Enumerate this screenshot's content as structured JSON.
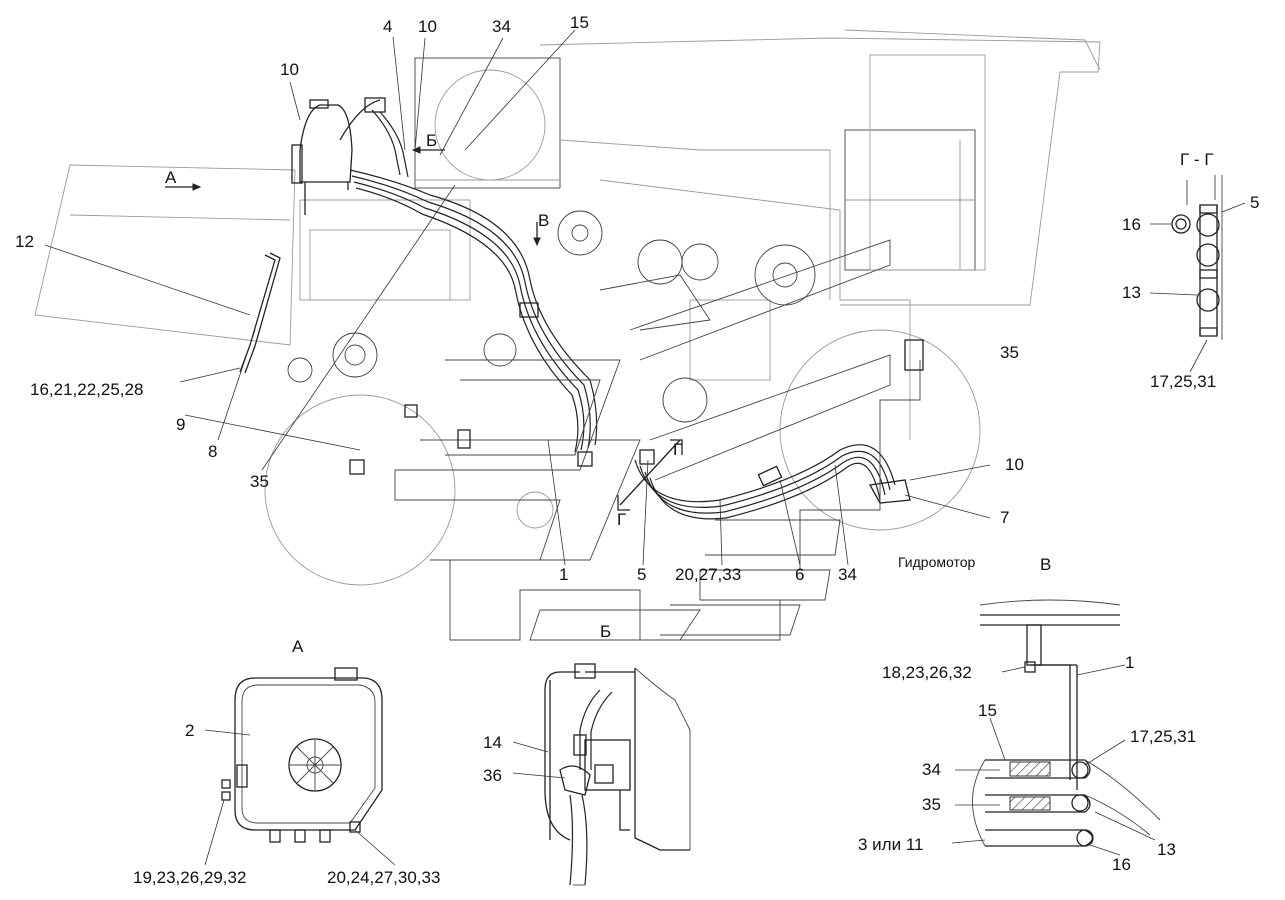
{
  "labels": {
    "main": {
      "n4": "4",
      "n10_top": "10",
      "n34_top": "34",
      "n15": "15",
      "n10_left": "10",
      "n12": "12",
      "n16_group": "16,21,22,25,28",
      "n9": "9",
      "n8": "8",
      "n35_left": "35",
      "n35_right": "35",
      "n10_right": "10",
      "n7": "7",
      "n1": "1",
      "n5": "5",
      "n20_group": "20,27,33",
      "n6": "6",
      "n34_bottom": "34",
      "hydromotor": "Гидромотор",
      "view_a_marker": "А",
      "view_b_marker": "Б",
      "view_v_marker": "В",
      "sect_g_left": "Г",
      "sect_g_right": "Г"
    },
    "section_gg": {
      "title": "Г - Г",
      "n16": "16",
      "n5": "5",
      "n13": "13",
      "n17_group": "17,25,31"
    },
    "view_a": {
      "title": "А",
      "n2": "2",
      "n19_group": "19,23,26,29,32",
      "n20_group": "20,24,27,30,33"
    },
    "view_b": {
      "title": "Б",
      "n14": "14",
      "n36": "36"
    },
    "view_v": {
      "title": "В",
      "n18_group": "18,23,26,32",
      "n1": "1",
      "n15": "15",
      "n17_group": "17,25,31",
      "n34": "34",
      "n35": "35",
      "n3_or_11": "3 или 11",
      "n13": "13",
      "n16": "16"
    }
  },
  "icons": [
    "arrow-view-a-icon",
    "arrow-view-b-icon",
    "arrow-view-v-icon",
    "section-cut-g-icon"
  ],
  "colors": {
    "ink": "#222222",
    "background": "#ffffff",
    "hatch": "#333333"
  }
}
